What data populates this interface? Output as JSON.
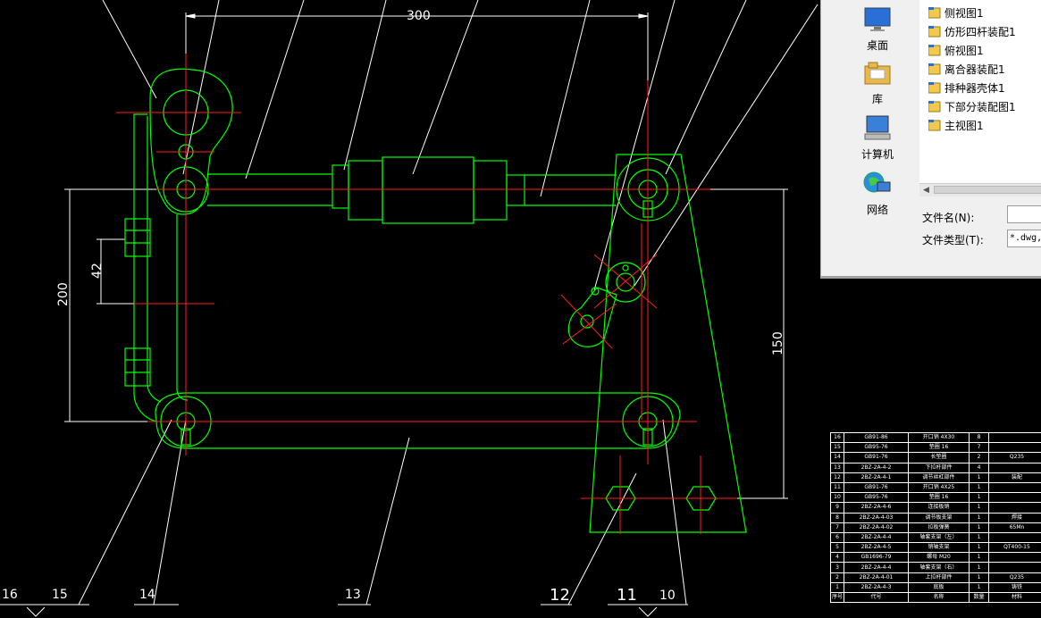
{
  "drawing": {
    "dim_width": "300",
    "dim_height_left": "200",
    "dim_small": "42",
    "dim_height_right": "150",
    "balloons": [
      "16",
      "15",
      "14",
      "13",
      "12",
      "11",
      "10"
    ],
    "colors": {
      "background": "#000000",
      "outline": "#00ff00",
      "centerline": "#ff2020",
      "leader": "#ffffff"
    }
  },
  "dialog": {
    "places": [
      {
        "label": "桌面",
        "icon": "desktop-icon"
      },
      {
        "label": "库",
        "icon": "library-icon"
      },
      {
        "label": "计算机",
        "icon": "computer-icon"
      },
      {
        "label": "网络",
        "icon": "network-icon"
      }
    ],
    "files": [
      "侧视图1",
      "仿形四杆装配1",
      "俯视图1",
      "离合器装配1",
      "排种器壳体1",
      "下部分装配图1",
      "主视图1"
    ],
    "filename_label": "文件名(N):",
    "filename_value": "",
    "filetype_label": "文件类型(T):",
    "filetype_value": "*.dwg,"
  },
  "bom": {
    "rows": [
      [
        "16",
        "GB91-86",
        "开口销 4X30",
        "8",
        ""
      ],
      [
        "15",
        "GB95-76",
        "垫圈 16",
        "7",
        ""
      ],
      [
        "14",
        "GB91-76",
        "长垫圈",
        "2",
        "Q235"
      ],
      [
        "13",
        "2BZ-2A-4-2",
        "下拉杆部件",
        "4",
        ""
      ],
      [
        "12",
        "2BZ-2A-4-1",
        "调节丝杠部件",
        "1",
        "装配"
      ],
      [
        "11",
        "GB91-76",
        "开口销 4X25",
        "1",
        ""
      ],
      [
        "10",
        "GB95-76",
        "垫圈 16",
        "1",
        ""
      ],
      [
        "9",
        "2BZ-2A-4-6",
        "连接板销",
        "1",
        ""
      ],
      [
        "8",
        "2BZ-2A-4-03",
        "调节板支架",
        "1",
        "焊接"
      ],
      [
        "7",
        "2BZ-2A-4-02",
        "拉板弹簧",
        "1",
        "65Mn"
      ],
      [
        "6",
        "2BZ-2A-4-4",
        "轴套支架（左）",
        "1",
        ""
      ],
      [
        "5",
        "2BZ-2A-4-5",
        "销轴支架",
        "1",
        "QT400-15"
      ],
      [
        "4",
        "GB1696-79",
        "螺母 M20",
        "1",
        ""
      ],
      [
        "3",
        "2BZ-2A-4-4",
        "轴套支架（右）",
        "1",
        ""
      ],
      [
        "2",
        "2BZ-2A-4-01",
        "上拉杆部件",
        "1",
        "Q235"
      ],
      [
        "1",
        "2BZ-2A-4-3",
        "底板",
        "1",
        "铸铁"
      ]
    ],
    "header": [
      "序号",
      "代号",
      "名称",
      "数量",
      "材料"
    ]
  }
}
